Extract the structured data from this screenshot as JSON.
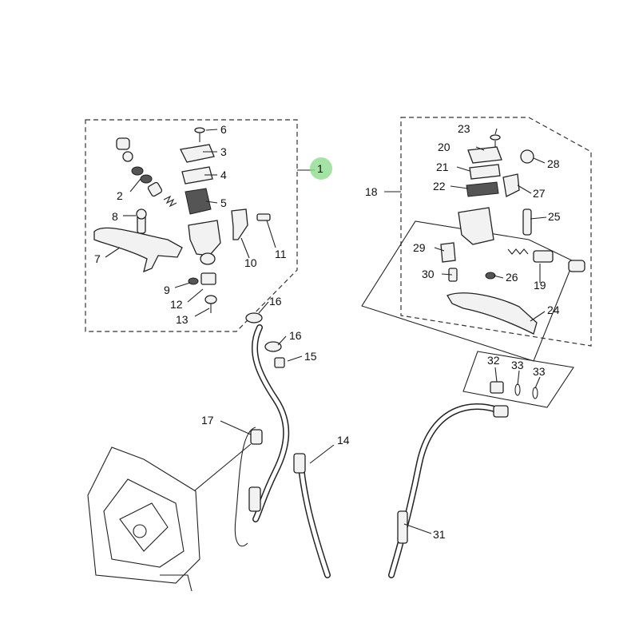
{
  "diagram": {
    "highlight_color": "#8fdc8f",
    "labels": {
      "c1": "1",
      "c2": "2",
      "c3": "3",
      "c4": "4",
      "c5": "5",
      "c6": "6",
      "c7": "7",
      "c8": "8",
      "c9": "9",
      "c10": "10",
      "c11": "11",
      "c12": "12",
      "c13": "13",
      "c14": "14",
      "c15": "15",
      "c16a": "16",
      "c16b": "16",
      "c17": "17",
      "c18": "18",
      "c19": "19",
      "c20": "20",
      "c21": "21",
      "c22": "22",
      "c23": "23",
      "c24": "24",
      "c25": "25",
      "c26": "26",
      "c27": "27",
      "c28": "28",
      "c29": "29",
      "c30": "30",
      "c31": "31",
      "c32": "32",
      "c33a": "33",
      "c33b": "33"
    }
  }
}
